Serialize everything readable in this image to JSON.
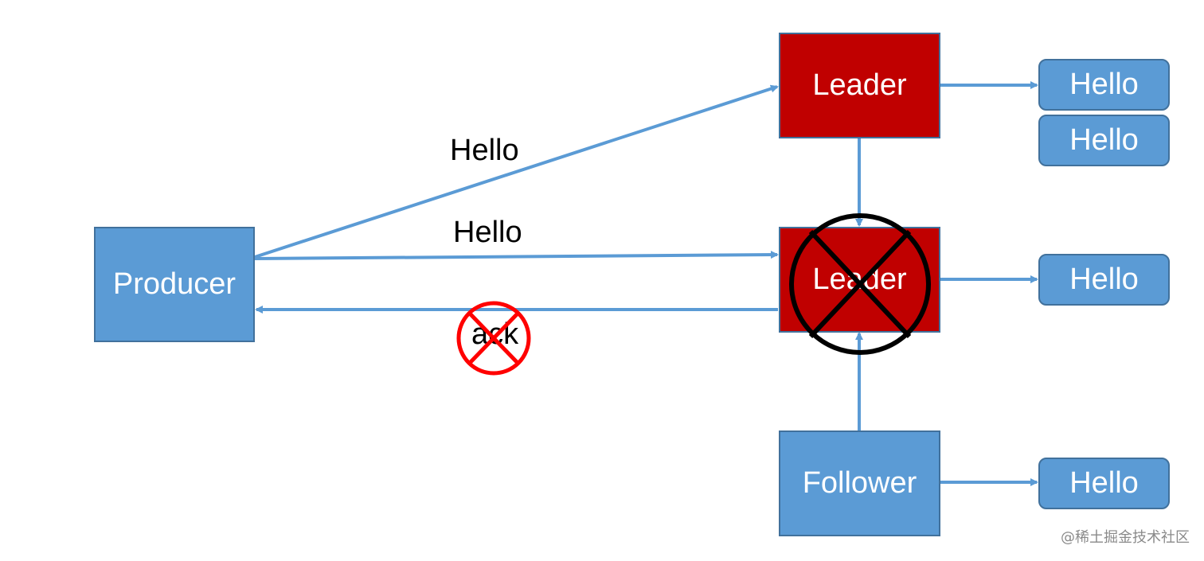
{
  "nodes": {
    "producer": "Producer",
    "leader_top": "Leader",
    "leader_failed": "Leader",
    "follower": "Follower"
  },
  "messages": {
    "top_1": "Hello",
    "top_2": "Hello",
    "middle": "Hello",
    "bottom": "Hello"
  },
  "edge_labels": {
    "to_top_leader": "Hello",
    "to_failed_leader": "Hello",
    "ack": "ack"
  },
  "watermark": "@稀土掘金技术社区",
  "colors": {
    "node_blue": "#5b9bd5",
    "node_red": "#c00000",
    "arrow": "#5b9bd5",
    "failure_mark": "#000000",
    "ack_failure_mark": "#ff0000"
  }
}
